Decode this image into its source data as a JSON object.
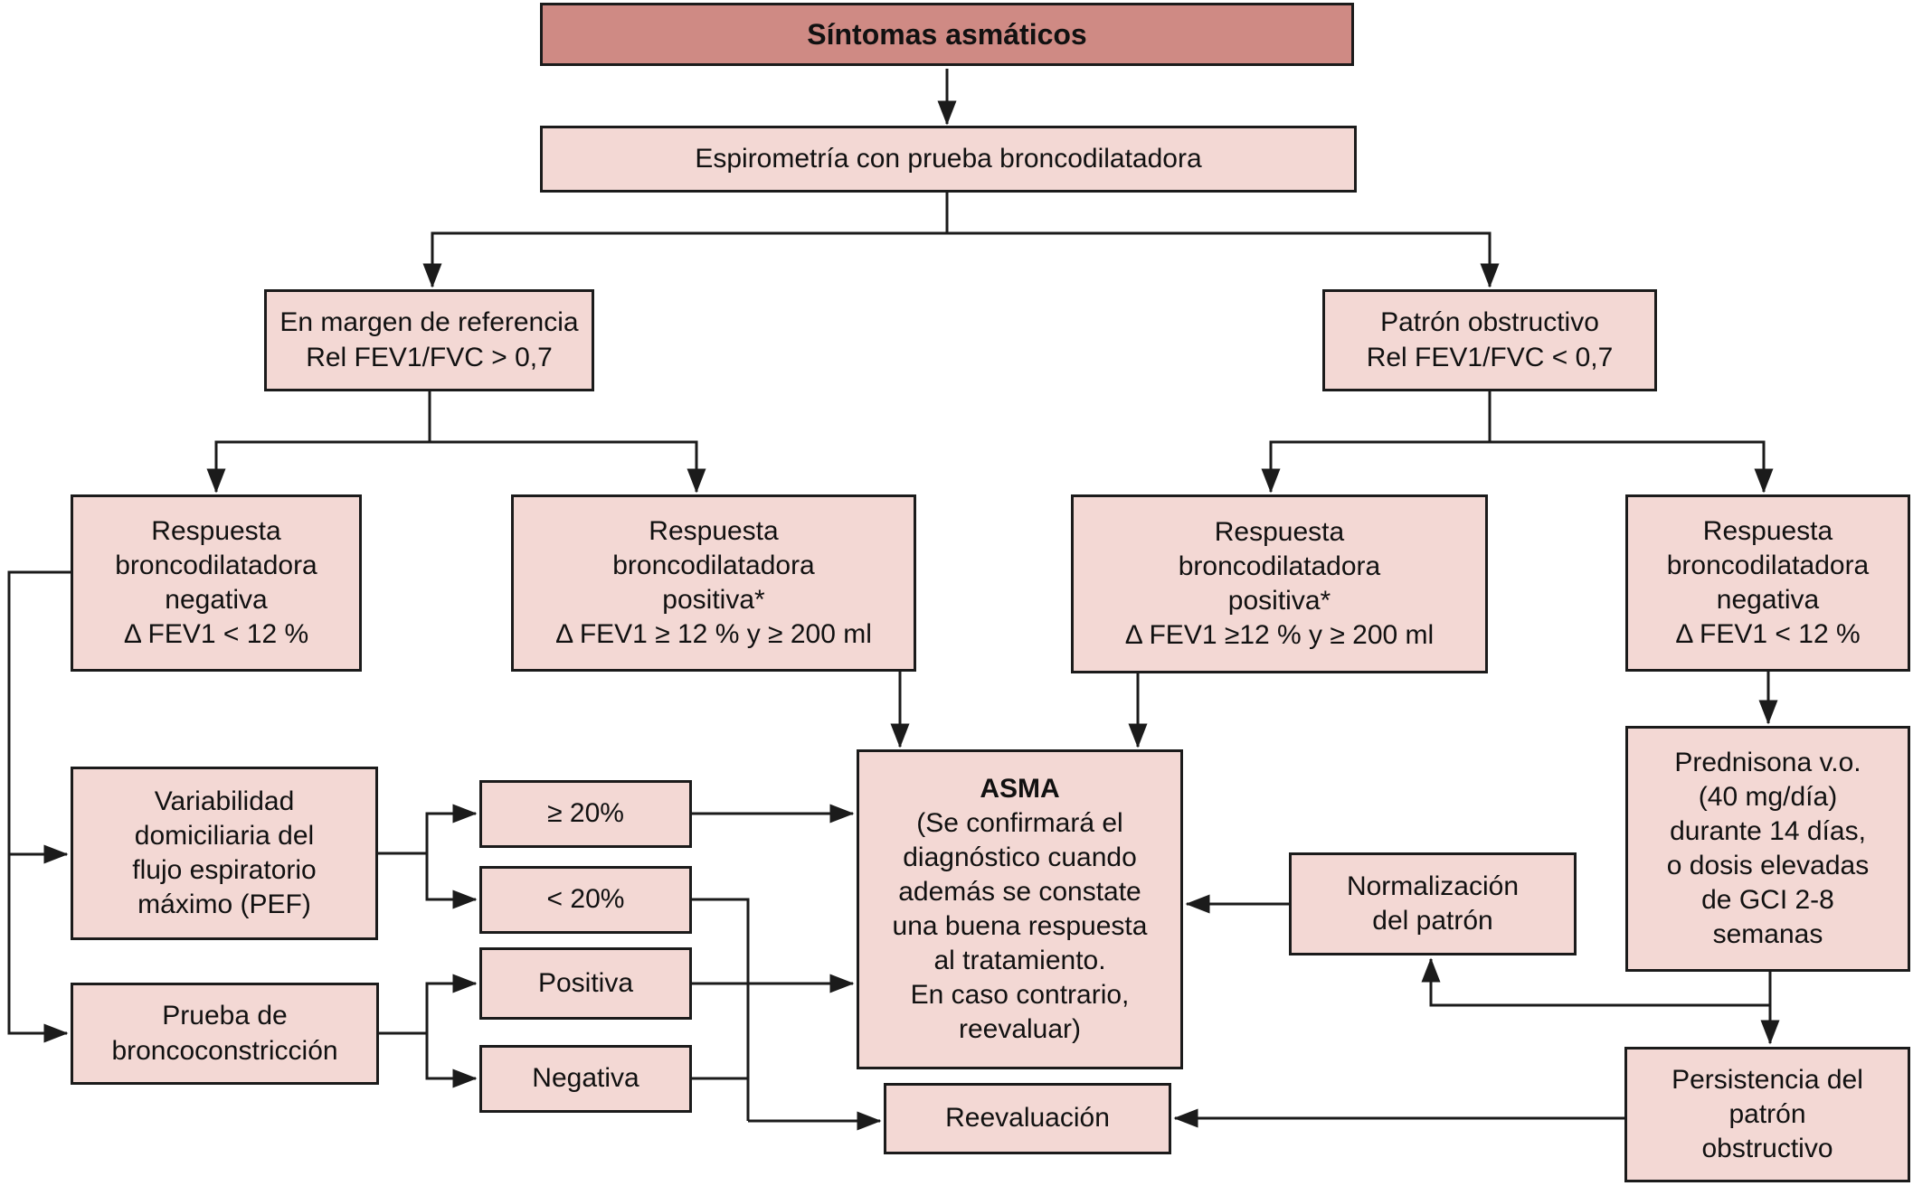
{
  "colors": {
    "header_fill": "#cf8a84",
    "node_fill": "#f3d8d4",
    "border": "#1b1b1b",
    "background": "#ffffff"
  },
  "diagram": {
    "nodes": {
      "sintomas": "Síntomas asmáticos",
      "espirometria": "Espirometría con prueba broncodilatadora",
      "margen": "En margen de referencia\nRel FEV1/FVC > 0,7",
      "patron": "Patrón obstructivo\nRel FEV1/FVC < 0,7",
      "resp_neg_izq": "Respuesta\nbroncodilatadora\nnegativa\nΔ FEV1 < 12 %",
      "resp_pos_izq": "Respuesta\nbroncodilatadora\npositiva*\nΔ FEV1 ≥ 12 % y ≥ 200 ml",
      "resp_pos_der": "Respuesta\nbroncodilatadora\npositiva*\nΔ FEV1 ≥12 % y ≥ 200 ml",
      "resp_neg_der": "Respuesta\nbroncodilatadora\nnegativa\nΔ FEV1 < 12 %",
      "variabilidad": "Variabilidad\ndomiciliaria del\nflujo espiratorio\nmáximo (PEF)",
      "prueba": "Prueba de\nbroncoconstricción",
      "ge20": "≥ 20%",
      "lt20": "< 20%",
      "positiva": "Positiva",
      "negativa": "Negativa",
      "asma": {
        "title": "ASMA",
        "body": "(Se confirmará el\ndiagnóstico cuando\nademás se constate\nuna buena respuesta\nal tratamiento.\nEn caso contrario,\nreevaluar)"
      },
      "reevaluacion": "Reevaluación",
      "normalizacion": "Normalización\ndel patrón",
      "prednisona": "Prednisona v.o.\n(40 mg/día)\ndurante 14 días,\no dosis elevadas\nde GCI 2-8\nsemanas",
      "persistencia": "Persistencia del\npatrón\nobstructivo"
    }
  }
}
